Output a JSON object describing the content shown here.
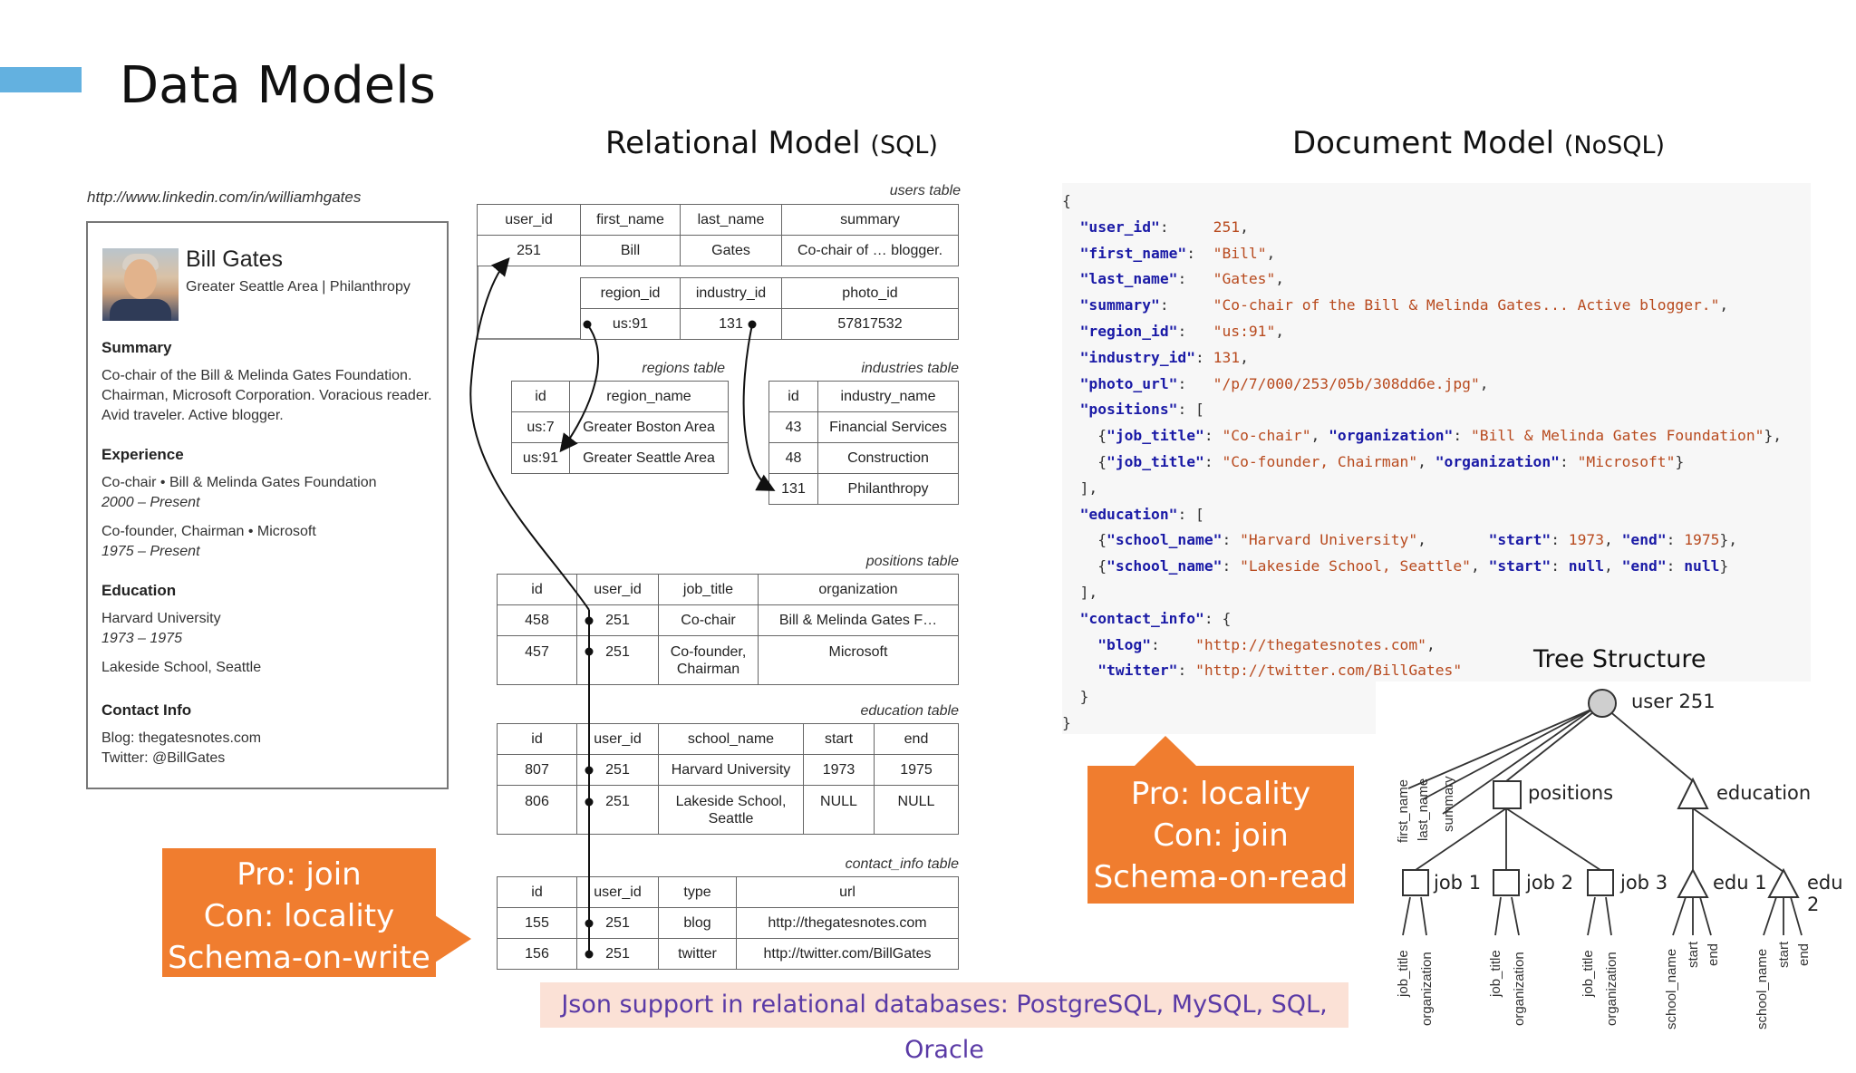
{
  "title": "Data Models",
  "relational_heading": "Relational Model",
  "relational_heading_sub": "(SQL)",
  "document_heading": "Document Model",
  "document_heading_sub": "(NoSQL)",
  "profile": {
    "url": "http://www.linkedin.com/in/williamhgates",
    "name": "Bill Gates",
    "location": "Greater Seattle Area | Philanthropy",
    "summary_h": "Summary",
    "summary": "Co-chair of the Bill & Melinda Gates Foundation. Chairman, Microsoft Corporation. Voracious reader. Avid traveler. Active blogger.",
    "experience_h": "Experience",
    "exp1": "Co-chair • Bill & Melinda Gates Foundation",
    "exp1_dates": "2000 – Present",
    "exp2": "Co-founder, Chairman • Microsoft",
    "exp2_dates": "1975 – Present",
    "education_h": "Education",
    "edu1": "Harvard University",
    "edu1_dates": "1973 – 1975",
    "edu2": "Lakeside School, Seattle",
    "contact_h": "Contact Info",
    "blog": "Blog: thegatesnotes.com",
    "twitter": "Twitter: @BillGates"
  },
  "tables": {
    "users": {
      "caption": "users table",
      "h1": [
        "user_id",
        "first_name",
        "last_name",
        "summary"
      ],
      "r1": [
        "251",
        "Bill",
        "Gates",
        "Co-chair of … blogger."
      ],
      "h2": [
        "region_id",
        "industry_id",
        "photo_id"
      ],
      "r2": [
        "us:91",
        "131",
        "57817532"
      ]
    },
    "regions": {
      "caption": "regions table",
      "header": [
        "id",
        "region_name"
      ],
      "rows": [
        [
          "us:7",
          "Greater Boston Area"
        ],
        [
          "us:91",
          "Greater Seattle Area"
        ]
      ]
    },
    "industries": {
      "caption": "industries table",
      "header": [
        "id",
        "industry_name"
      ],
      "rows": [
        [
          "43",
          "Financial Services"
        ],
        [
          "48",
          "Construction"
        ],
        [
          "131",
          "Philanthropy"
        ]
      ]
    },
    "positions": {
      "caption": "positions table",
      "header": [
        "id",
        "user_id",
        "job_title",
        "organization"
      ],
      "rows": [
        [
          "458",
          "251",
          "Co-chair",
          "Bill & Melinda Gates F…"
        ],
        [
          "457",
          "251",
          "Co-founder, Chairman",
          "Microsoft"
        ]
      ]
    },
    "education": {
      "caption": "education table",
      "header": [
        "id",
        "user_id",
        "school_name",
        "start",
        "end"
      ],
      "rows": [
        [
          "807",
          "251",
          "Harvard University",
          "1973",
          "1975"
        ],
        [
          "806",
          "251",
          "Lakeside School, Seattle",
          "NULL",
          "NULL"
        ]
      ]
    },
    "contact_info": {
      "caption": "contact_info table",
      "header": [
        "id",
        "user_id",
        "type",
        "url"
      ],
      "rows": [
        [
          "155",
          "251",
          "blog",
          "http://thegatesnotes.com"
        ],
        [
          "156",
          "251",
          "twitter",
          "http://twitter.com/BillGates"
        ]
      ]
    }
  },
  "json_document": {
    "user_id": "251",
    "first_name": "Bill",
    "last_name": "Gates",
    "summary": "Co-chair of the Bill & Melinda Gates... Active blogger.",
    "region_id": "us:91",
    "industry_id": "131",
    "photo_url": "/p/7/000/253/05b/308dd6e.jpg",
    "pos1_title": "Co-chair",
    "pos1_org": "Bill & Melinda Gates Foundation",
    "pos2_title": "Co-founder, Chairman",
    "pos2_org": "Microsoft",
    "edu1_school": "Harvard University",
    "edu1_start": "1973",
    "edu1_end": "1975",
    "edu2_school": "Lakeside School, Seattle",
    "edu2_start": "null",
    "edu2_end": "null",
    "blog": "http://thegatesnotes.com",
    "twitter": "http://twitter.com/BillGates"
  },
  "callouts": {
    "relational": [
      "Pro: join",
      "Con: locality",
      "Schema-on-write"
    ],
    "document": [
      "Pro: locality",
      "Con: join",
      "Schema-on-read"
    ]
  },
  "json_support_note": "Json support in relational databases: PostgreSQL, MySQL, SQL, Oracle",
  "tree": {
    "title": "Tree Structure",
    "root": "user 251",
    "positions": "positions",
    "education": "education",
    "jobs": [
      "job 1",
      "job 2",
      "job 3"
    ],
    "edus": [
      "edu 1",
      "edu 2"
    ],
    "root_fields": [
      "first_name",
      "last_name",
      "summary"
    ],
    "job_fields": [
      "job_title",
      "organization"
    ],
    "edu_fields": [
      "school_name",
      "start",
      "end"
    ]
  },
  "colors": {
    "accent_bar": "#63b1e0",
    "callout": "#f07d2f",
    "note_bg": "#fbe1d6",
    "note_text": "#5a3aa6"
  }
}
